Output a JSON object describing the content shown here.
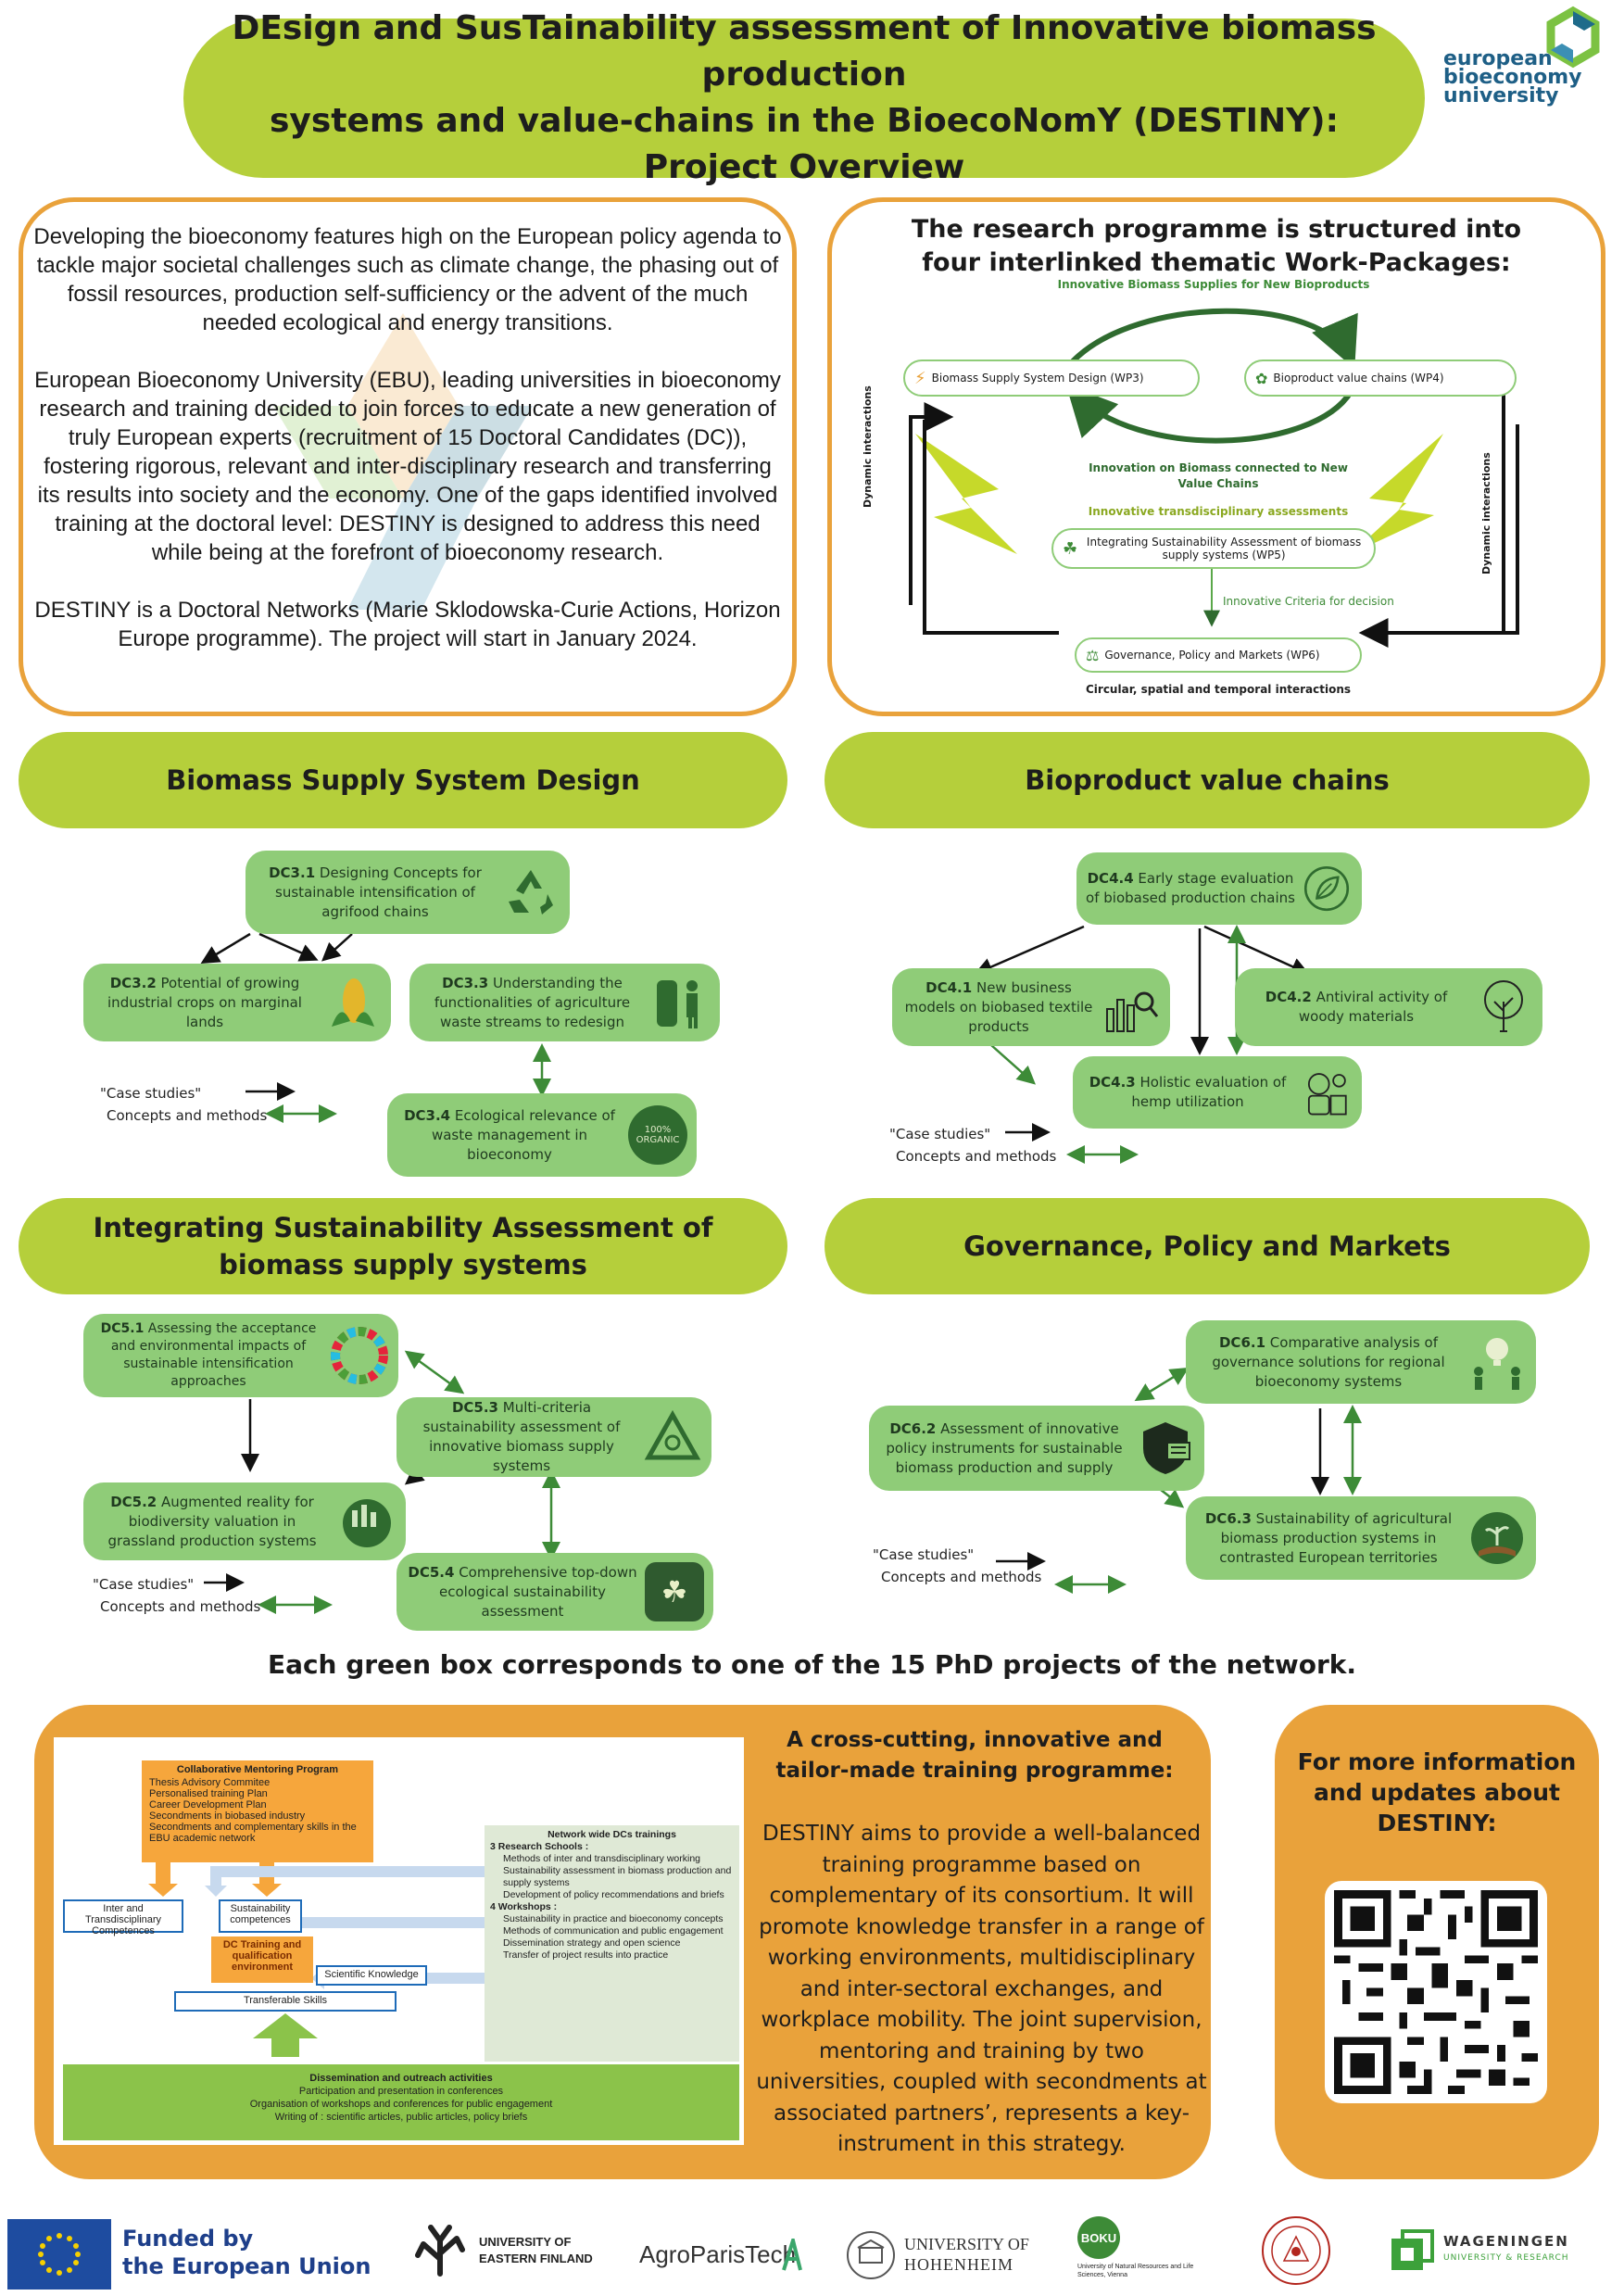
{
  "header": {
    "title_line1": "DEsign and SusTainability assessment of Innovative biomass production",
    "title_line2": "systems and value-chains in the BioecoNomY (DESTINY):",
    "title_line3": "Project Overview",
    "logo_line1": "european",
    "logo_line2": "bioeconomy",
    "logo_line3": "university"
  },
  "intro": {
    "p1": "Developing the bioeconomy features high on the European policy agenda to tackle major societal challenges such as climate change, the phasing out of fossil resources, production self-sufficiency or the advent of the much needed ecological and energy transitions.",
    "p2": "European Bioeconomy University (EBU), leading universities in bioeconomy research and training decided to join forces to educate a new generation of truly European experts (recruitment of 15 Doctoral Candidates (DC)), fostering rigorous, relevant and inter-disciplinary research and transferring its results into society and the economy. One of the gaps identified involved training at the doctoral level: DESTINY is designed to address this need while being at the forefront of bioeconomy research.",
    "p3": "DESTINY is a Doctoral Networks (Marie Sklodowska-Curie Actions, Horizon Europe programme). The project will start in January 2024."
  },
  "research": {
    "title": "The research programme is structured into four interlinked thematic Work-Packages:",
    "top_label": "Innovative Biomass Supplies for New Bioproducts",
    "wp3": "Biomass Supply System Design (WP3)",
    "wp4": "Bioproduct value chains (WP4)",
    "center1": "Innovation on Biomass connected to New Value Chains",
    "center2": "Innovative transdisciplinary assessments",
    "wp5": "Integrating Sustainability Assessment of biomass supply systems (WP5)",
    "criteria": "Innovative Criteria for decision",
    "wp6": "Governance, Policy and Markets (WP6)",
    "bottom_label": "Circular, spatial and temporal interactions",
    "dynamic": "Dynamic interactions"
  },
  "sections": {
    "s1": "Biomass Supply System Design",
    "s2": "Bioproduct value chains",
    "s3": "Integrating Sustainability Assessment of biomass supply systems",
    "s4": "Governance, Policy and Markets"
  },
  "dcs": {
    "dc31_id": "DC3.1",
    "dc31": " Designing Concepts for sustainable intensification of agrifood chains",
    "dc32_id": "DC3.2",
    "dc32": " Potential of growing industrial crops on marginal lands",
    "dc33_id": "DC3.3",
    "dc33": " Understanding the functionalities of agriculture waste streams to redesign",
    "dc34_id": "DC3.4",
    "dc34": " Ecological relevance of waste management in bioeconomy",
    "dc44_id": "DC4.4",
    "dc44": " Early stage evaluation of biobased production chains",
    "dc41_id": "DC4.1",
    "dc41": " New business models on biobased textile products",
    "dc42_id": "DC4.2",
    "dc42": " Antiviral activity of woody materials",
    "dc43_id": "DC4.3",
    "dc43": " Holistic evaluation of hemp utilization",
    "dc51_id": "DC5.1",
    "dc51": " Assessing the acceptance and environmental impacts of sustainable intensification approaches",
    "dc53_id": "DC5.3",
    "dc53": " Multi-criteria sustainability assessment of innovative biomass supply systems",
    "dc52_id": "DC5.2",
    "dc52": " Augmented reality for biodiversity valuation in grassland production systems",
    "dc54_id": "DC5.4",
    "dc54": " Comprehensive top-down ecological sustainability assessment",
    "dc61_id": "DC6.1",
    "dc61": " Comparative analysis of governance solutions for regional bioeconomy systems",
    "dc62_id": "DC6.2",
    "dc62": " Assessment of innovative policy instruments for sustainable biomass production and supply",
    "dc63_id": "DC6.3",
    "dc63": " Sustainability of agricultural biomass production systems in contrasted European territories",
    "organic_badge": "100% ORGANIC"
  },
  "legend": {
    "case": "\"Case studies\"",
    "concepts": "Concepts and methods"
  },
  "note": "Each green box corresponds to one of the 15 PhD projects of the network.",
  "training": {
    "cmp_title": "Collaborative Mentoring Program",
    "cmp_items": [
      "Thesis Advisory Commitee",
      "Personalised training Plan",
      "Career Development Plan",
      "Secondments in biobased industry",
      "Secondments and complementary skills in the EBU academic network"
    ],
    "inter": "Inter and Transdisciplinary Competences",
    "sust": "Sustainability competences",
    "dc_training": "DC Training and qualification environment",
    "sci": "Scientific Knowledge",
    "transf": "Transferable Skills",
    "nw_title": "Network wide DCs trainings",
    "rs_title": "3 Research Schools :",
    "rs_items": [
      "Methods of inter and transdisciplinary working",
      "Sustainability assessment in biomass production and supply systems",
      "Development of policy recommendations and briefs"
    ],
    "ws_title": "4 Workshops :",
    "ws_items": [
      "Sustainability in practice and bioeconomy concepts",
      "Methods of communication and public engagement",
      "Dissemination strategy and open science",
      "Transfer of project results into practice"
    ],
    "diss_title": "Dissemination and outreach activities",
    "diss_items": [
      "Participation and presentation in conferences",
      "Organisation of workshops and conferences for public engagement",
      "Writing of : scientific articles, public articles, policy briefs"
    ],
    "heading": "A cross-cutting, innovative and tailor-made training programme:",
    "body": "DESTINY aims to provide a well-balanced training programme based on complementary of its consortium. It will promote knowledge transfer in a range of working environments, multidisciplinary and inter-sectoral exchanges, and workplace mobility. The joint supervision, mentoring and training by two universities, coupled with secondments at associated partners’, represents a key-instrument in this strategy."
  },
  "info": {
    "title": "For more information and updates about DESTINY:"
  },
  "footer": {
    "funded1": "Funded by",
    "funded2": "the European Union",
    "uef1": "UNIVERSITY OF",
    "uef2": "EASTERN FINLAND",
    "agro": "AgroParisTech",
    "hoh1": "UNIVERSITY OF",
    "hoh2": "HOHENHEIM",
    "boku": "BOKU",
    "boku_sub": "University of Natural Resources and Life Sciences, Vienna",
    "wur1": "WAGENINGEN",
    "wur2": "UNIVERSITY & RESEARCH"
  },
  "colors": {
    "green_pill": "#b5cf3b",
    "orange": "#e9a23b",
    "dc_green": "#8fcc78",
    "dark_green": "#2f6b2f"
  }
}
